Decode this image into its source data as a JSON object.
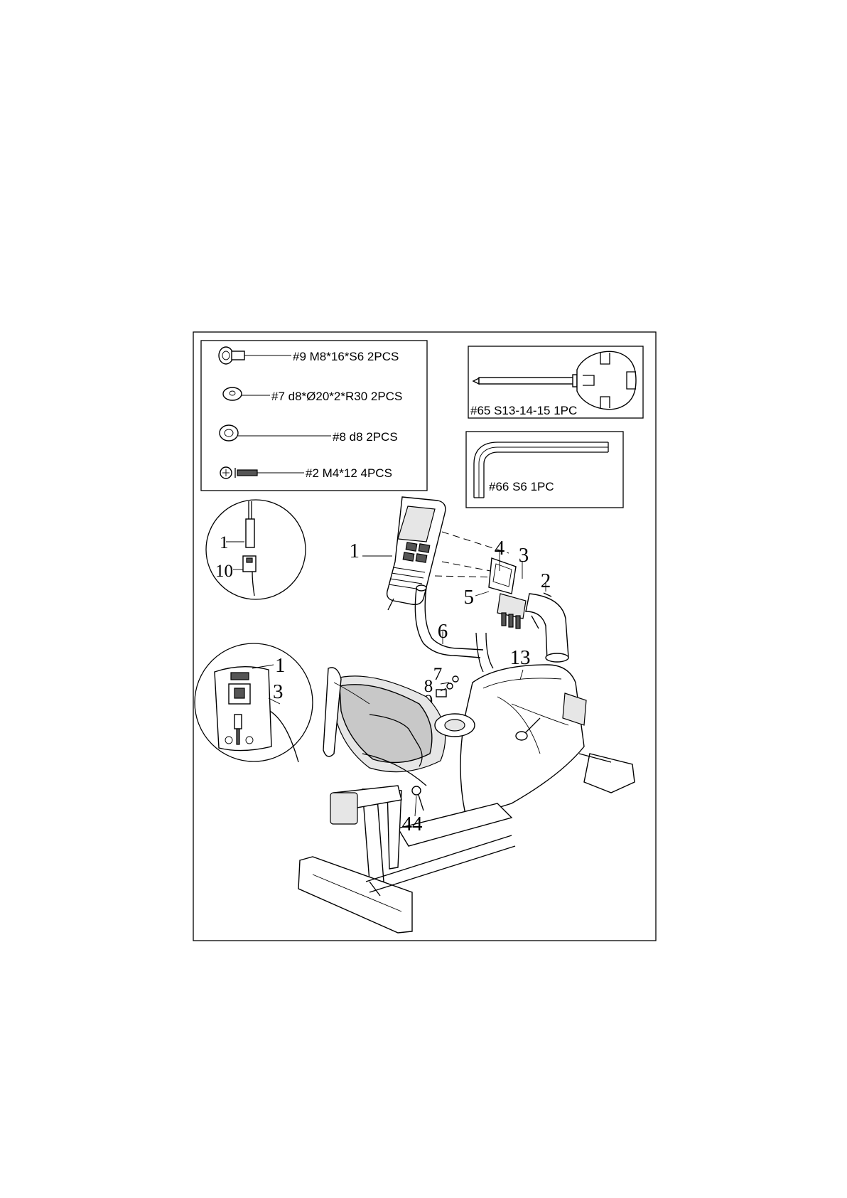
{
  "hardware": {
    "bolt": "#9   M8*16*S6   2PCS",
    "curved_washer": "#7   d8*Ø20*2*R30  2PCS",
    "spring_washer": "#8   d8   2PCS",
    "screw": "#2       M4*12  4PCS"
  },
  "tools": {
    "wrench": "#65  S13-14-15 1PC",
    "allen_key": "#66   S6    1PC"
  },
  "callouts": {
    "detail_top_part_a": "1",
    "detail_top_part_b": "10",
    "detail_bottom_part_a": "1",
    "detail_bottom_part_b": "3",
    "console": "1",
    "bracket": "4",
    "cable": "3",
    "screw": "2",
    "bracket_plate": "5",
    "handlebar": "6",
    "curved_washer": "7",
    "spring_washer": "8",
    "bolt": "9",
    "frame": "13",
    "knob": "44"
  }
}
